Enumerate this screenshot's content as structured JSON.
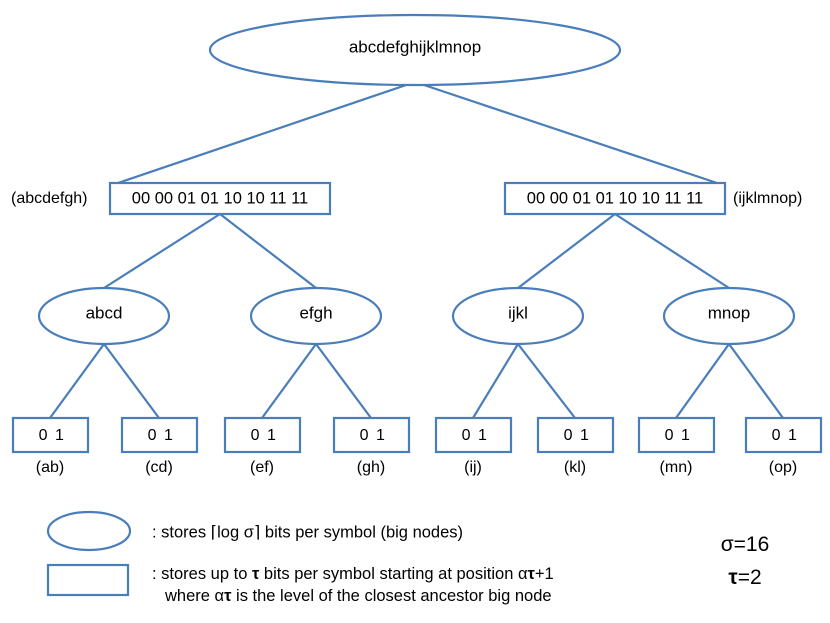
{
  "diagram": {
    "title": "wavelet-tree-structure",
    "colors": {
      "stroke_blue": "#4a7ebb",
      "node_fill": "#ffffff",
      "text": "#000000",
      "background": "#ffffff"
    },
    "root": {
      "label": "abcdefghijklmnop",
      "shape": "ellipse"
    },
    "level2_boxes": [
      {
        "bits": "00 00 01 01 10 10 11 11",
        "side_label": "(abcdefgh)",
        "side_label_position": "left"
      },
      {
        "bits": "00 00 01 01 10 10 11 11",
        "side_label": "(ijklmnop)",
        "side_label_position": "right"
      }
    ],
    "level3_ellipses": [
      {
        "label": "abcd"
      },
      {
        "label": "efgh"
      },
      {
        "label": "ijkl"
      },
      {
        "label": "mnop"
      }
    ],
    "leaves": [
      {
        "bits": "0 1",
        "caption": "(ab)"
      },
      {
        "bits": "0 1",
        "caption": "(cd)"
      },
      {
        "bits": "0 1",
        "caption": "(ef)"
      },
      {
        "bits": "0 1",
        "caption": "(gh)"
      },
      {
        "bits": "0 1",
        "caption": "(ij)"
      },
      {
        "bits": "0 1",
        "caption": "(kl)"
      },
      {
        "bits": "0 1",
        "caption": "(mn)"
      },
      {
        "bits": "0 1",
        "caption": "(op)"
      }
    ]
  },
  "legend": {
    "ellipse_entry": {
      "shape": "ellipse",
      "text": ": stores ⌈log σ⌉ bits per symbol (big nodes)"
    },
    "rect_entry": {
      "shape": "rectangle",
      "line1_prefix": ": stores up to ",
      "line1_symbol": "τ",
      "line1_middle": " bits per symbol starting at position ",
      "line1_alpha": "α",
      "line1_tau": "τ",
      "line1_suffix": "+1",
      "line2_prefix": "where ",
      "line2_alpha": "α",
      "line2_tau": "τ",
      "line2_suffix": " is the level of the closest ancestor big node"
    }
  },
  "parameters": {
    "sigma_symbol": "σ",
    "sigma_value": "=16",
    "tau_symbol": "τ",
    "tau_value": "=2"
  }
}
